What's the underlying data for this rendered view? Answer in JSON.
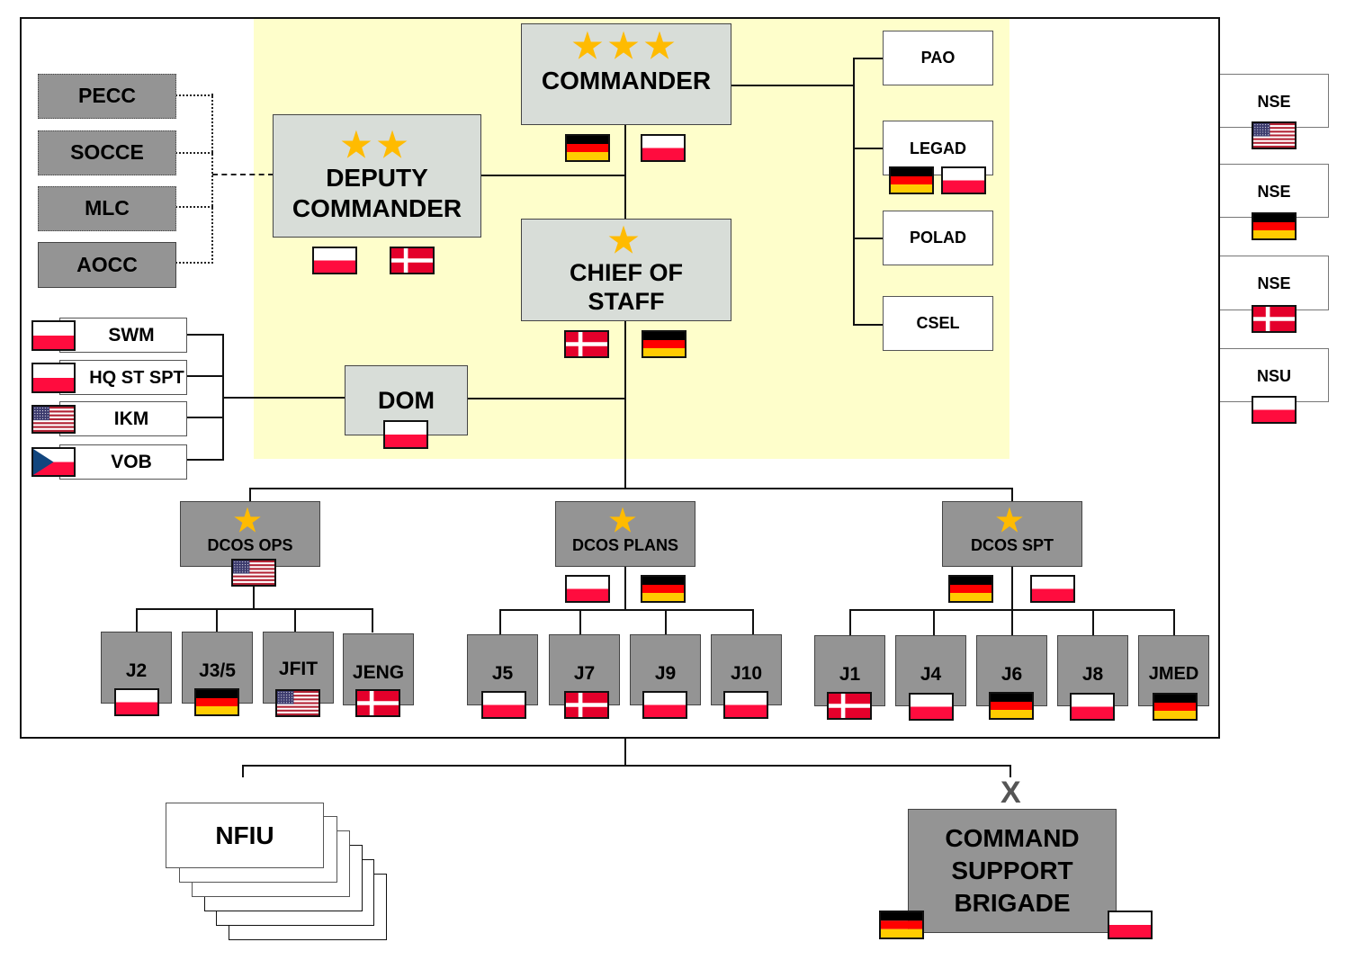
{
  "colors": {
    "hq_background": "#fefecb",
    "command_box": "#d8ddd8",
    "staff_box": "#949494",
    "star": "#ffbb00",
    "flag_red": "#ff0c3e",
    "flag_de_black": "#000000",
    "flag_de_red": "#ff0000",
    "flag_de_gold": "#ffcc00",
    "flag_dk_red": "#e4002b",
    "flag_us_blue": "#3c3b6e",
    "flag_cz_blue": "#11457e"
  },
  "command_group": {
    "commander": {
      "label": "COMMANDER",
      "stars": "★★★",
      "flags": [
        "germany",
        "poland"
      ]
    },
    "deputy_commander": {
      "label_line1": "DEPUTY",
      "label_line2": "COMMANDER",
      "stars": "★★",
      "flags": [
        "poland",
        "denmark"
      ]
    },
    "chief_of_staff": {
      "label_line1": "CHIEF OF",
      "label_line2": "STAFF",
      "stars": "★",
      "flags": [
        "denmark",
        "germany"
      ]
    },
    "dom": {
      "label": "DOM",
      "flags": [
        "poland"
      ]
    }
  },
  "special_staff": [
    {
      "label": "PAO",
      "flags": []
    },
    {
      "label": "LEGAD",
      "flags": [
        "germany",
        "poland"
      ]
    },
    {
      "label": "POLAD",
      "flags": []
    },
    {
      "label": "CSEL",
      "flags": []
    }
  ],
  "liaison_cells": [
    {
      "label": "PECC"
    },
    {
      "label": "SOCCE"
    },
    {
      "label": "MLC"
    },
    {
      "label": "AOCC"
    }
  ],
  "dom_units": [
    {
      "label": "SWM",
      "flag": "poland"
    },
    {
      "label": "HQ ST SPT",
      "flag": "poland"
    },
    {
      "label": "IKM",
      "flag": "usa"
    },
    {
      "label": "VOB",
      "flag": "czechia"
    }
  ],
  "national_elements": [
    {
      "label": "NSE",
      "flag": "usa"
    },
    {
      "label": "NSE",
      "flag": "germany"
    },
    {
      "label": "NSE",
      "flag": "denmark"
    },
    {
      "label": "NSU",
      "flag": "poland"
    }
  ],
  "divisions": [
    {
      "label": "DCOS OPS",
      "stars": "★",
      "flags": [
        "usa"
      ],
      "branches": [
        {
          "label": "J2",
          "flag": "poland"
        },
        {
          "label": "J3/5",
          "flag": "germany"
        },
        {
          "label": "JFIT",
          "flag": "usa"
        },
        {
          "label": "JENG",
          "flag": "denmark"
        }
      ]
    },
    {
      "label": "DCOS PLANS",
      "stars": "★",
      "flags": [
        "poland",
        "germany"
      ],
      "branches": [
        {
          "label": "J5",
          "flag": "poland"
        },
        {
          "label": "J7",
          "flag": "denmark"
        },
        {
          "label": "J9",
          "flag": "poland"
        },
        {
          "label": "J10",
          "flag": "poland"
        }
      ]
    },
    {
      "label": "DCOS SPT",
      "stars": "★",
      "flags": [
        "germany",
        "poland"
      ],
      "branches": [
        {
          "label": "J1",
          "flag": "denmark"
        },
        {
          "label": "J4",
          "flag": "poland"
        },
        {
          "label": "J6",
          "flag": "germany"
        },
        {
          "label": "J8",
          "flag": "poland"
        },
        {
          "label": "JMED",
          "flag": "germany"
        }
      ]
    }
  ],
  "subordinates": {
    "nfiu": {
      "label": "NFIU"
    },
    "brigade": {
      "symbol": "X",
      "label_line1": "COMMAND",
      "label_line2": "SUPPORT",
      "label_line3": "BRIGADE",
      "flags": [
        "germany",
        "poland"
      ]
    }
  }
}
